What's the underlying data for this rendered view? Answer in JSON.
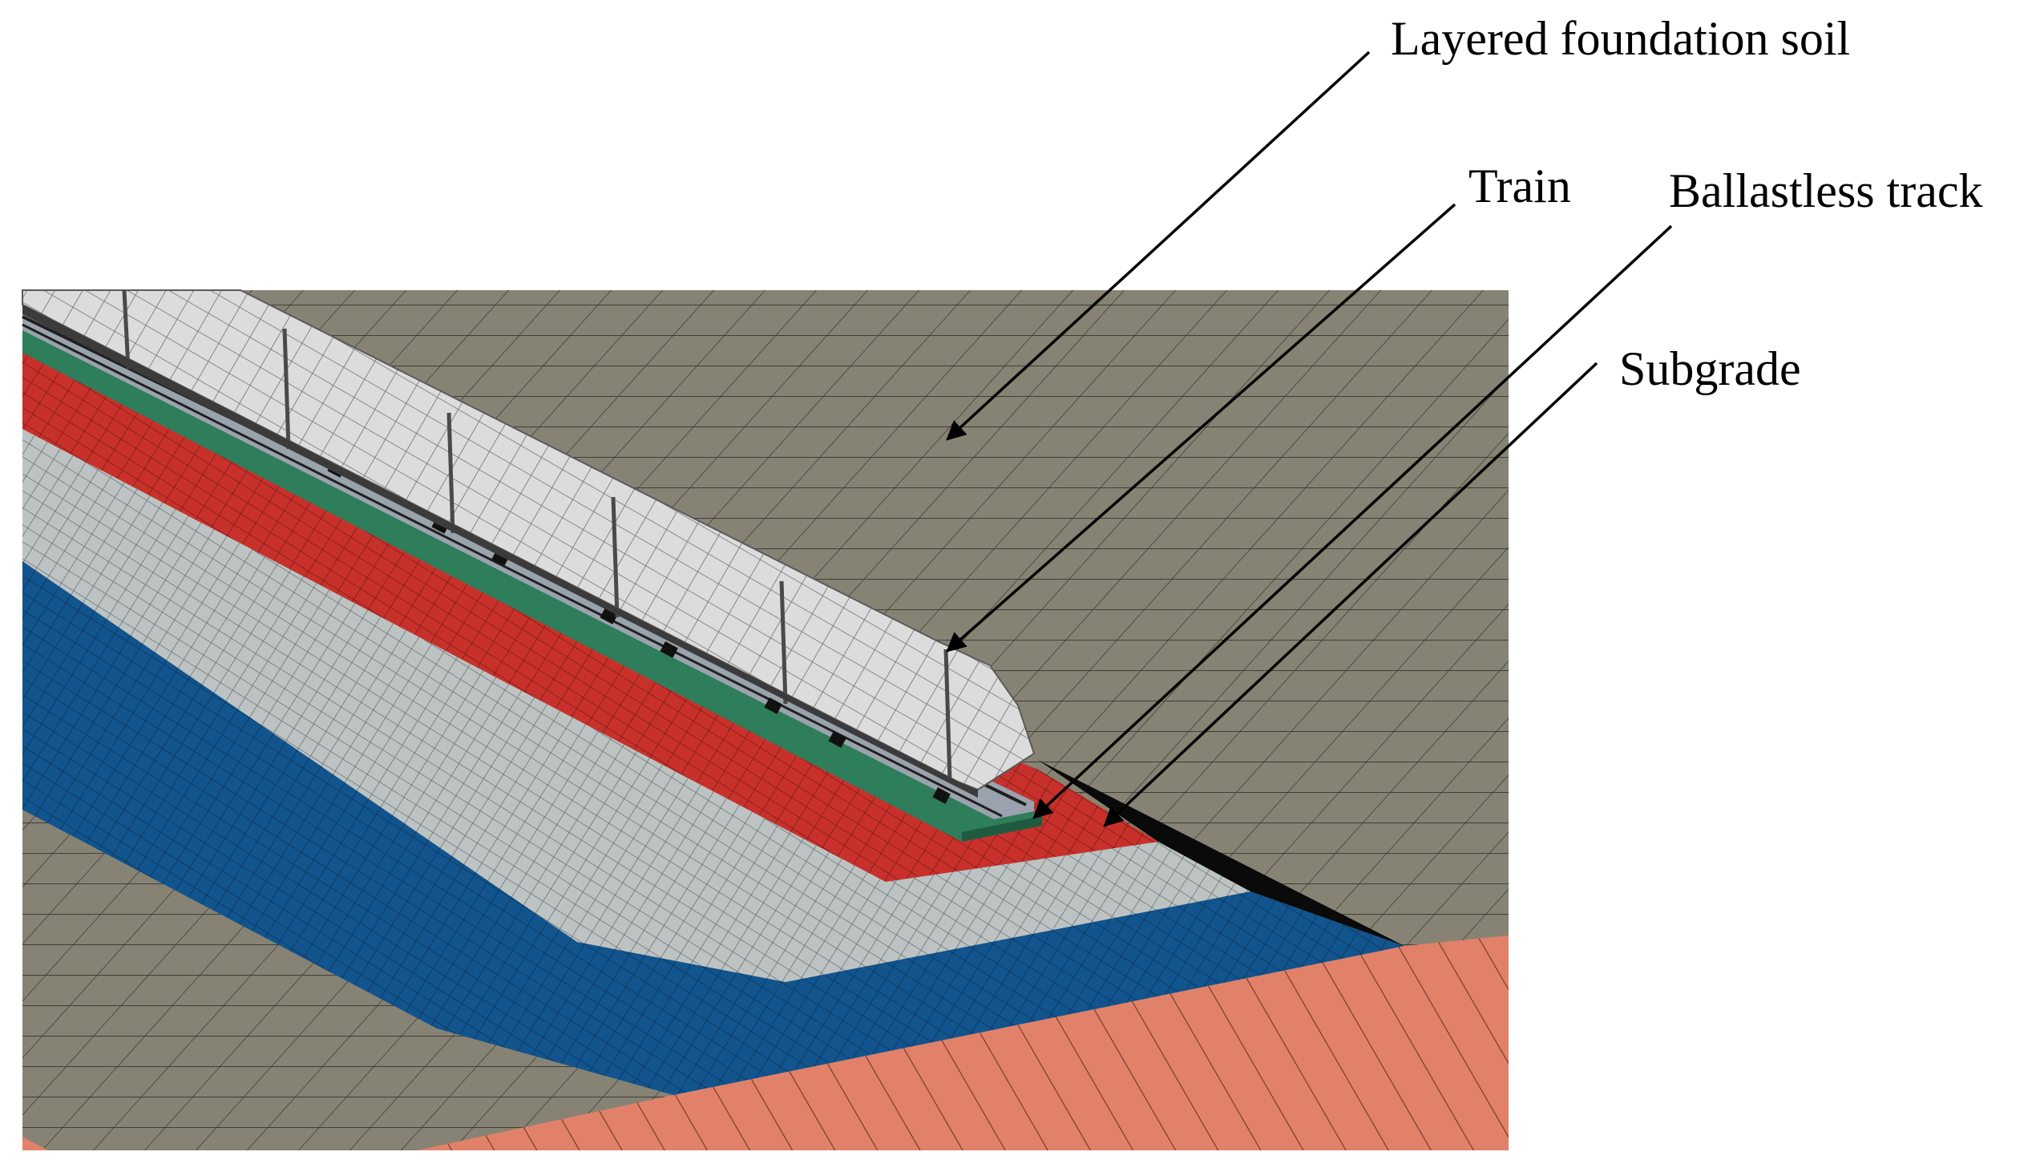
{
  "labels": {
    "foundation": "Layered foundation soil",
    "train": "Train",
    "track": "Ballastless track",
    "subgrade": "Subgrade"
  },
  "colors": {
    "foundation_soil": "#878374",
    "mesh_line": "#3c3a32",
    "train_body": "#dcdcdc",
    "subgrade_red": "#c8312b",
    "subgrade_gray": "#bcc3c2",
    "subgrade_blue": "#11548e",
    "bottom_layer": "#e2816a",
    "track_green": "#2e7d5b",
    "shadow": "#0a0a0a"
  }
}
